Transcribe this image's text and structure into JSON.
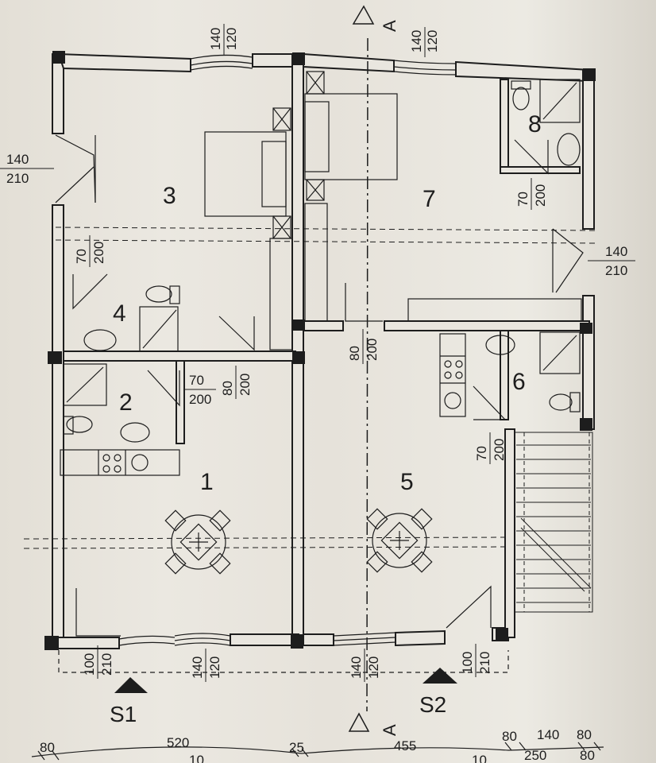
{
  "rooms": [
    "1",
    "2",
    "3",
    "4",
    "5",
    "6",
    "7",
    "8"
  ],
  "openings": {
    "win_left_wall": {
      "w": "140",
      "h": "210"
    },
    "win_top_left": {
      "w": "140",
      "h": "120"
    },
    "win_top_mid": {
      "w": "140",
      "h": "120"
    },
    "door_room4": {
      "w": "70",
      "h": "200"
    },
    "door_room8": {
      "w": "70",
      "h": "200"
    },
    "door_right_wall": {
      "w": "140",
      "h": "210"
    },
    "door_hall_7": {
      "w": "80",
      "h": "200"
    },
    "door_room2": {
      "w": "70",
      "h": "200"
    },
    "door_room1_3": {
      "w": "80",
      "h": "200"
    },
    "door_room6": {
      "w": "70",
      "h": "200"
    },
    "door_bottom_left": {
      "w": "100",
      "h": "210"
    },
    "win_bottom_left": {
      "w": "140",
      "h": "120"
    },
    "win_bottom_mid": {
      "w": "140",
      "h": "120"
    },
    "door_bottom_right": {
      "w": "100",
      "h": "210"
    }
  },
  "section_marks": {
    "a": "A",
    "s1": "S1",
    "s2": "S2"
  },
  "dimensions": {
    "d80_left": "80",
    "d520": "520",
    "d25": "25",
    "d455": "455",
    "d80_r1": "80",
    "d140_r": "140",
    "d80_r2": "80",
    "d10_a": "10",
    "d10_b": "10",
    "d250": "250",
    "d80_r3": "80"
  },
  "colors": {
    "paper": "#e8e4dc",
    "ink": "#1d1d1d",
    "wall": "#e9e6df"
  }
}
